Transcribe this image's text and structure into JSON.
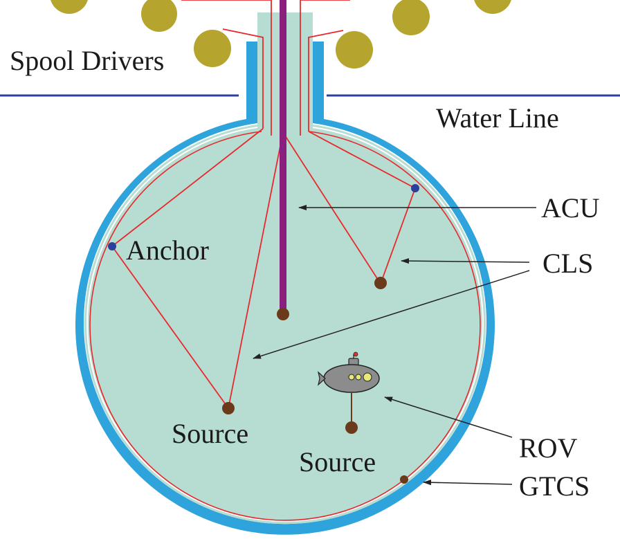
{
  "labels": {
    "spool_drivers": "Spool Drivers",
    "water_line": "Water Line",
    "acu": "ACU",
    "cls": "CLS",
    "anchor": "Anchor",
    "source_left": "Source",
    "source_right": "Source",
    "rov": "ROV",
    "gtcs": "GTCS"
  },
  "colors": {
    "water": "#b7ddd2",
    "vessel_wall": "#2ea3dc",
    "water_line": "#2b3f9e",
    "cable": "#e8282b",
    "acu_rod": "#8b1f7d",
    "spool": "#b5a42e",
    "source": "#6b3a1a",
    "anchor": "#2c3f9a",
    "rov_body": "#8c8c8c",
    "arrow": "#222222"
  },
  "icons": {
    "rov": "submarine-icon"
  }
}
